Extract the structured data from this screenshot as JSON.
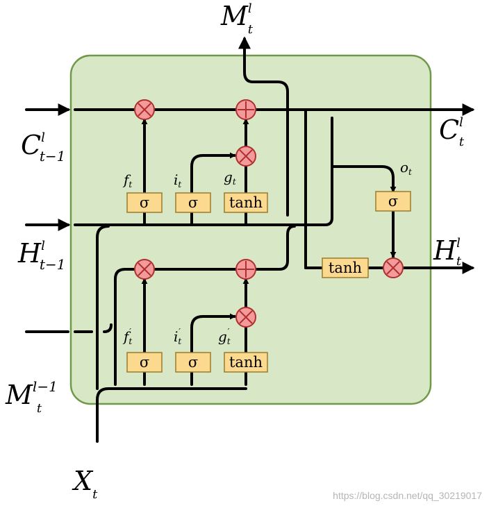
{
  "diagram": {
    "colors": {
      "cell_fill": "#d8e8c6",
      "cell_stroke": "#6e9a4a",
      "gate_fill": "#fbd98f",
      "gate_stroke": "#9a7a2a",
      "op_fill": "#f39a9a",
      "op_stroke": "#b03030",
      "line": "#000000"
    },
    "gates": {
      "sigma": "σ",
      "tanh": "tanh"
    },
    "external_labels": {
      "m_out": "M",
      "m_out_sup": "l",
      "m_out_sub": "t",
      "c_in": "C",
      "c_in_sup": "l",
      "c_in_sub": "t−1",
      "c_out": "C",
      "c_out_sup": "l",
      "c_out_sub": "t",
      "h_in": "H",
      "h_in_sup": "l",
      "h_in_sub": "t−1",
      "h_out": "H",
      "h_out_sup": "l",
      "h_out_sub": "t",
      "m_in": "M",
      "m_in_sup": "l−1",
      "m_in_sub": "t",
      "x_in": "X",
      "x_in_sub": "t"
    },
    "gate_labels": {
      "f": "f",
      "f_sub": "t",
      "i": "i",
      "i_sub": "t",
      "g": "g",
      "g_sub": "t",
      "o": "o",
      "o_sub": "t",
      "f2": "f",
      "f2_sub": "t",
      "f2_prime": "′",
      "i2": "i",
      "i2_sub": "t",
      "i2_prime": "′",
      "g2": "g",
      "g2_sub": "t",
      "g2_prime": "′"
    },
    "watermark": "https://blog.csdn.net/qq_30219017"
  }
}
